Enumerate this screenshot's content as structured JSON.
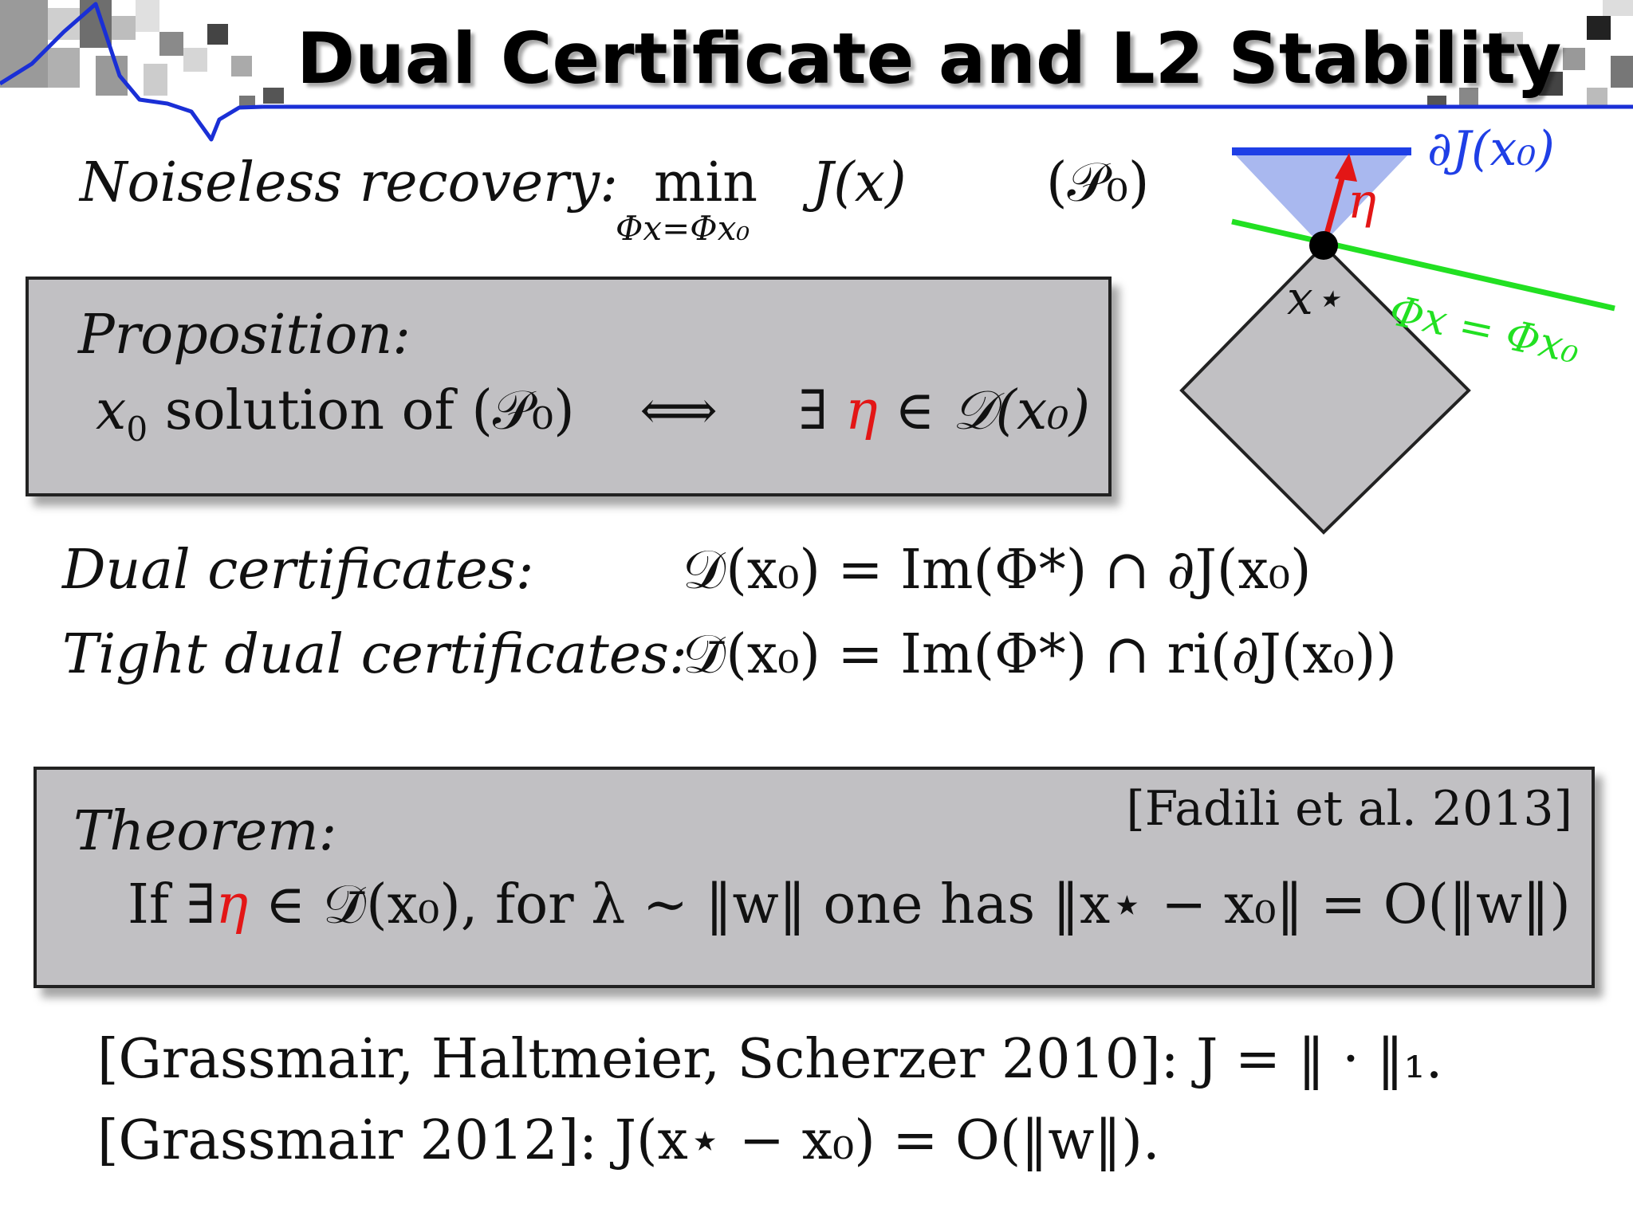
{
  "title": "Dual Certificate and L2 Stability",
  "noiseless": {
    "label": "Noiseless recovery:",
    "min_op": "min",
    "min_sub": "Φx=Φx₀",
    "objective": "J(x)",
    "problem": "(𝒫₀)"
  },
  "proposition": {
    "label": "Proposition:",
    "lhs_var": "x",
    "lhs_sub": "0",
    "lhs_text": " solution of (𝒫₀)",
    "iff": "⟺",
    "exists": "∃",
    "eta": "η",
    "rhs": " ∈ 𝒟(x₀)"
  },
  "certificates": {
    "dual_label": "Dual certificates:",
    "dual_formula": "𝒟(x₀) = Im(Φ*) ∩ ∂J(x₀)",
    "tight_label": "Tight dual certificates:",
    "tight_formula": "𝒟̄(x₀) = Im(Φ*) ∩ ri(∂J(x₀))"
  },
  "theorem": {
    "label": "Theorem:",
    "citation": "[Fadili et al. 2013]",
    "pre": "If ∃",
    "eta": "η",
    "post": " ∈ 𝒟̄(x₀), for λ ∼ ‖w‖ one has ‖x⋆ − x₀‖ = O(‖w‖)"
  },
  "references": {
    "line1": "[Grassmair, Haltmeier, Scherzer 2010]:  J = ‖ · ‖₁.",
    "line2": "[Grassmair 2012]:  J(x⋆ − x₀) = O(‖w‖)."
  },
  "figure": {
    "subdiff_label": "∂J(x₀)",
    "eta_label": "η",
    "point_label": "x⋆",
    "constraint_label": "Φx = Φx₀",
    "colors": {
      "subdiff": "#1f3fe6",
      "cone": "#a9b8ef",
      "constraint": "#22e022",
      "eta": "#e31616",
      "ball": "#c1c0c3"
    }
  },
  "header_colors": {
    "rule": "#1a2fd6",
    "curve": "#1a2fd6"
  }
}
